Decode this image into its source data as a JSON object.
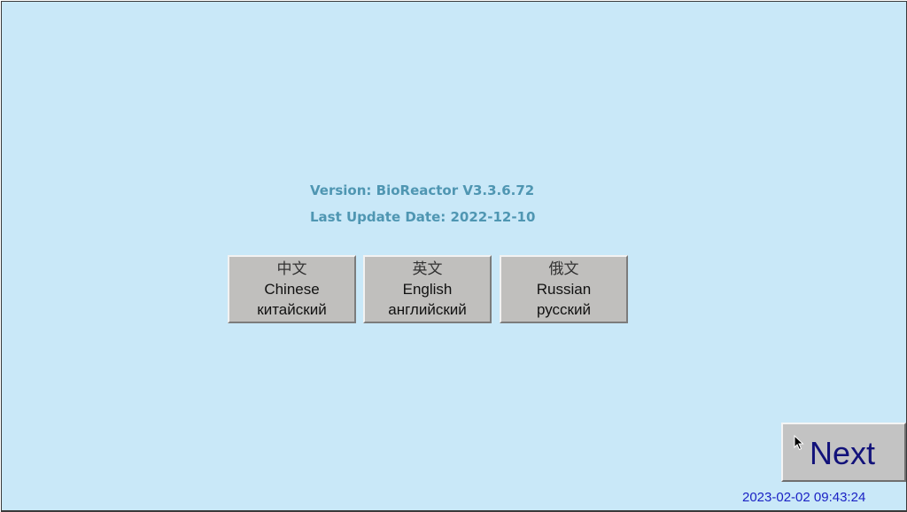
{
  "info": {
    "version": "Version: BioReactor V3.3.6.72",
    "last_update": "Last Update Date: 2022-12-10"
  },
  "languages": [
    {
      "native": "中文",
      "english": "Chinese",
      "russian": "китайский"
    },
    {
      "native": "英文",
      "english": "English",
      "russian": "английский"
    },
    {
      "native": "俄文",
      "english": "Russian",
      "russian": "русский"
    }
  ],
  "next_button": {
    "label": "Next"
  },
  "status": {
    "datetime": "2023-02-02 09:43:24"
  },
  "colors": {
    "background": "#c9e8f8",
    "info_text": "#4f96b2",
    "button_face": "#c0bfbd",
    "next_text": "#12127a",
    "timestamp_text": "#1b22c4"
  }
}
